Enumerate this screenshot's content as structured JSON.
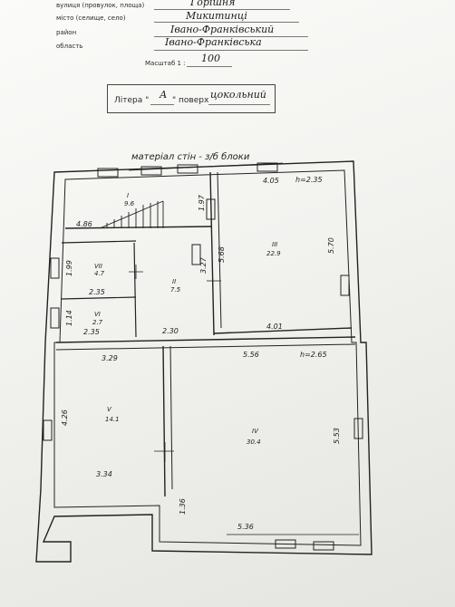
{
  "header": {
    "street_label": "вулиця (провулок, площа)",
    "street_value": "Горішня",
    "town_label": "місто (селище, село)",
    "town_value": "Микитинці",
    "district_label": "район",
    "district_value": "Івано-Франківський",
    "region_label": "область",
    "region_value": "Івано-Франківська",
    "scale_label": "Масштаб 1 :",
    "scale_value": "100"
  },
  "litera": {
    "label": "Літера \"",
    "value": "А",
    "label2": "\" поверх",
    "floor": "цокольний"
  },
  "plan": {
    "wall_note": "матеріал стін - з/б блоки",
    "rooms": [
      {
        "id": "I",
        "area": "9.6"
      },
      {
        "id": "II",
        "area": "7.5"
      },
      {
        "id": "III",
        "area": "22.9"
      },
      {
        "id": "IV",
        "area": "30.4"
      },
      {
        "id": "V",
        "area": "14.1"
      },
      {
        "id": "VI",
        "area": "2.7"
      },
      {
        "id": "VII",
        "area": "4.7"
      }
    ],
    "dims": {
      "d405": "4.05",
      "h235": "h=2.35",
      "d197": "1.97",
      "d486": "4.86",
      "d568": "5.68",
      "d570": "5.70",
      "d327": "3.27",
      "d199": "1.99",
      "d235a": "2.35",
      "d114": "1.14",
      "d235b": "2.35",
      "d230": "2.30",
      "d401": "4.01",
      "d329": "3.29",
      "d556": "5.56",
      "h265": "h=2.65",
      "d426": "4.26",
      "d553": "5.53",
      "d334": "3.34",
      "d136": "1.36",
      "d536": "5.36"
    }
  }
}
